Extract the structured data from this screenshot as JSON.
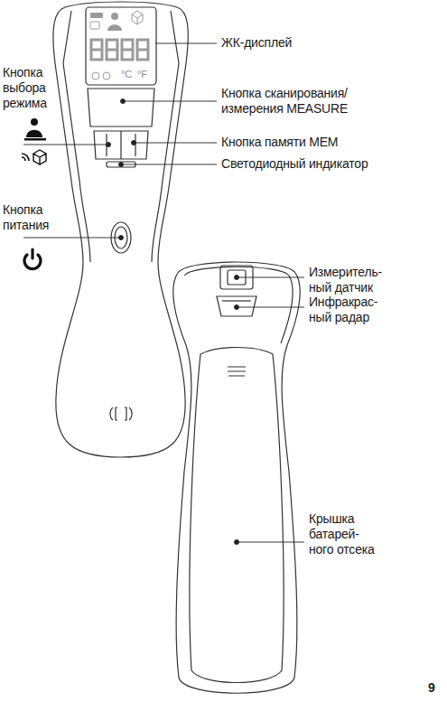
{
  "diagram": {
    "labels": [
      "ЖК-дисплей",
      "Кнопка выбора режима",
      "Кнопка сканирования/ измерения MEASURE",
      "Кнопка памяти MEM",
      "Светодиодный индикатор",
      "Кнопка питания",
      "Измеритель- ный датчик",
      "Инфракрас- ный радар",
      "Крышка батарей- ного отсека",
      "°C",
      "°F",
      "9"
    ]
  }
}
